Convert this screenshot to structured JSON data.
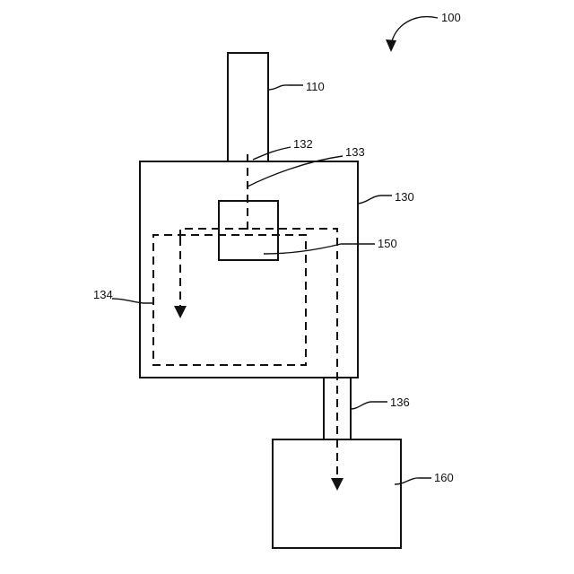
{
  "labels": {
    "figure": "100",
    "inlet": "110",
    "port_132": "132",
    "port_133": "133",
    "chamber": "130",
    "inner_path": "134",
    "block": "150",
    "outlet": "136",
    "receiver": "160"
  }
}
